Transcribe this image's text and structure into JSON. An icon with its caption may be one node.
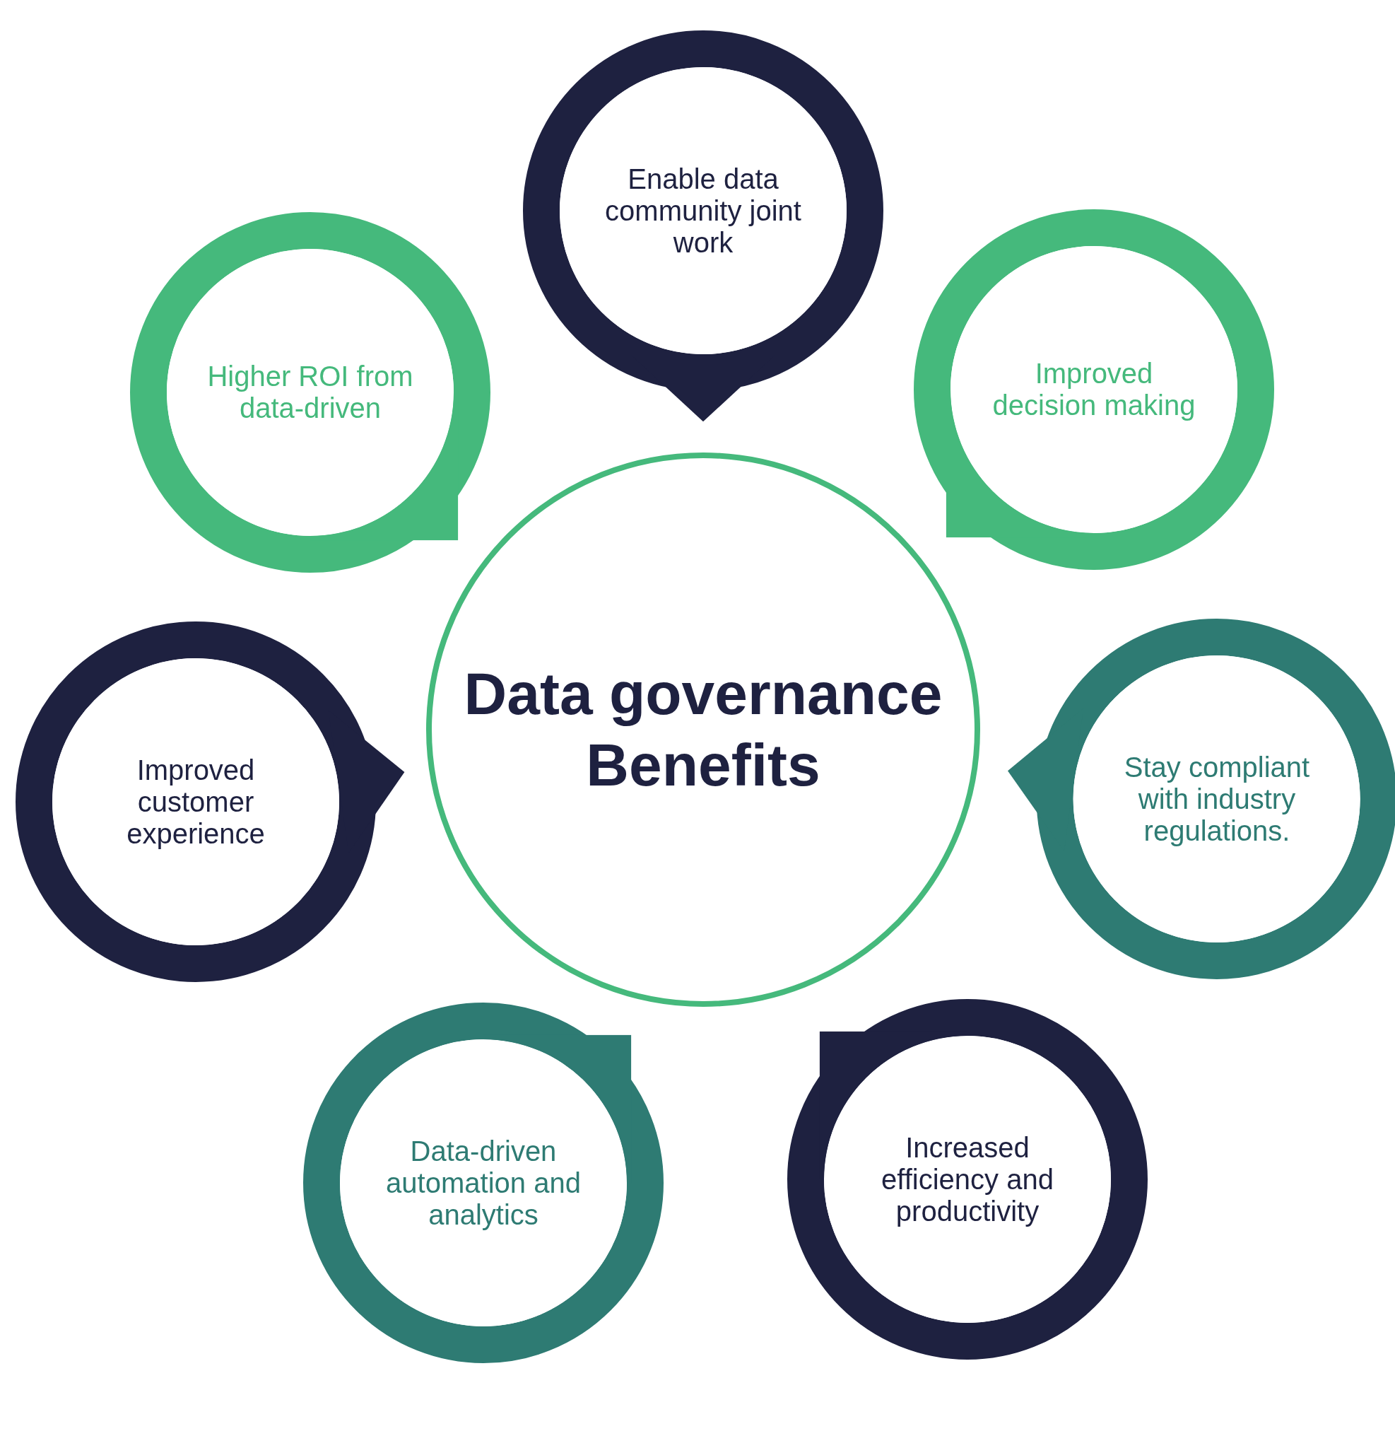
{
  "diagram": {
    "nodes": [
      {
        "text": [
          "Data governance Benefits"
        ]
      },
      {
        "text": [
          "Enable data community joint work"
        ]
      },
      {
        "text": [
          "Improved decision making"
        ]
      },
      {
        "text": [
          "Stay compliant with industry regulations."
        ]
      },
      {
        "text": [
          "Increased efficiency and productivity"
        ]
      },
      {
        "text": [
          "Data-driven automation and analytics"
        ]
      },
      {
        "text": [
          "Improved customer experience"
        ]
      },
      {
        "text": [
          "Higher ROI from data-driven"
        ]
      }
    ]
  }
}
